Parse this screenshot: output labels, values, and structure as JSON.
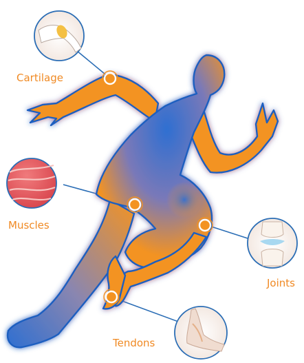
{
  "labels": {
    "cartilage": "Cartilage",
    "muscles": "Muscles",
    "joints": "Joints",
    "tendons": "Tendons"
  },
  "colors": {
    "label": "#f08a24",
    "body_orange": "#f39322",
    "body_blue": "#2f6fd1",
    "outline": "#1e5fc0",
    "leader": "#2a6db5",
    "muscle_red": "#e2545a",
    "joint_blue": "#a8d8f0"
  },
  "icons": {
    "cartilage": "cartilage-elbow-icon",
    "muscles": "muscle-fiber-icon",
    "joints": "knee-joint-icon",
    "tendons": "ankle-tendon-icon"
  }
}
